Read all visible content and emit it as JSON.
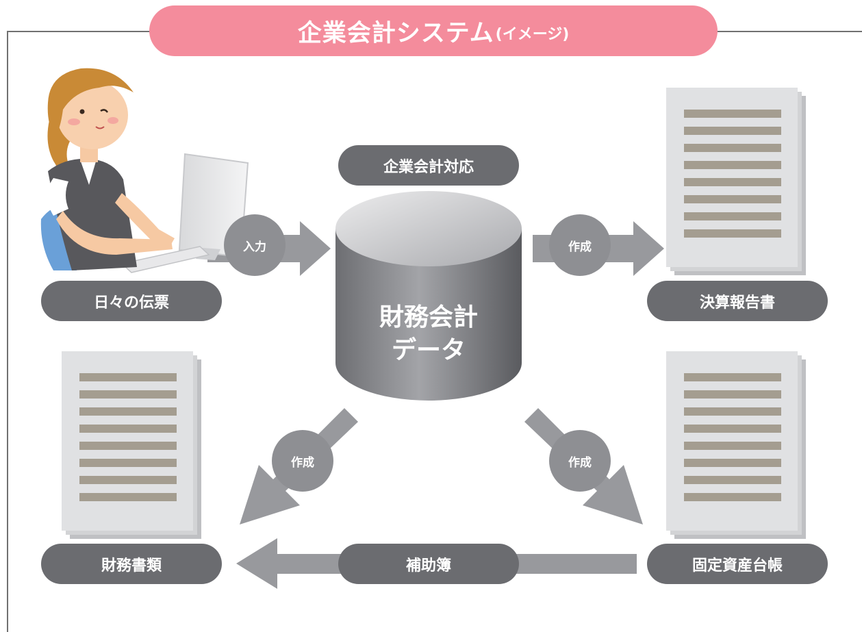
{
  "title": {
    "main": "企業会計システム",
    "sub": "(イメージ)"
  },
  "badge": "企業会計対応",
  "database": {
    "line1": "財務会計",
    "line2": "データ"
  },
  "labels": {
    "daily_slips": "日々の伝票",
    "financial_report": "決算報告書",
    "financial_docs": "財務書類",
    "subsidiary_ledger": "補助簿",
    "fixed_asset_ledger": "固定資産台帳"
  },
  "flows": {
    "input": "入力",
    "create_report": "作成",
    "create_docs": "作成",
    "create_assets": "作成"
  },
  "colors": {
    "title_pink": "#f48c9c",
    "pill_gray": "#6b6c70",
    "arrow_gray": "#98999d",
    "circle_gray": "#8e8f93",
    "doc_bar": "#a49d90"
  }
}
